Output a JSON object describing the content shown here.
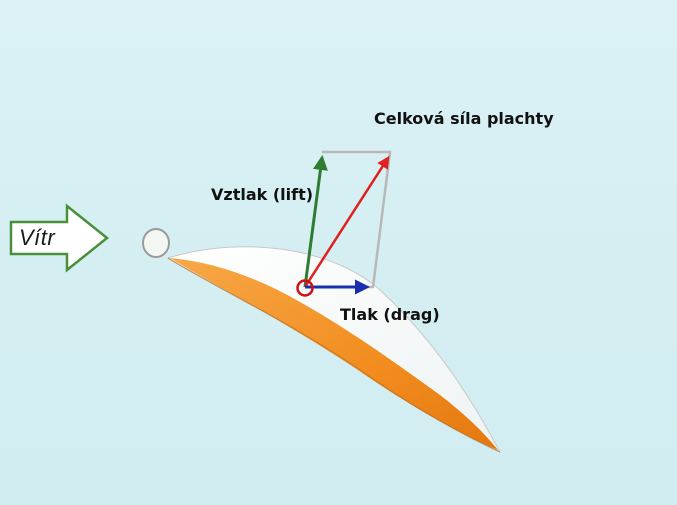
{
  "labels": {
    "wind": "Vítr",
    "lift": "Vztlak (lift)",
    "drag": "Tlak (drag)",
    "total_force": "Celková síla plachty"
  },
  "colors": {
    "background": "#d6eff3",
    "lift_vector": "#2e7d32",
    "drag_vector": "#1a2fb0",
    "total_force_vector": "#e02020",
    "parallelogram": "#b8b8b8",
    "sail_orange": "#f28c1e",
    "sail_white": "#ffffff",
    "origin_marker": "#cc1111"
  },
  "icons": {
    "wind_arrow": "outlined-right-arrow",
    "mast": "mast-circle",
    "origin": "force-origin-ring"
  }
}
